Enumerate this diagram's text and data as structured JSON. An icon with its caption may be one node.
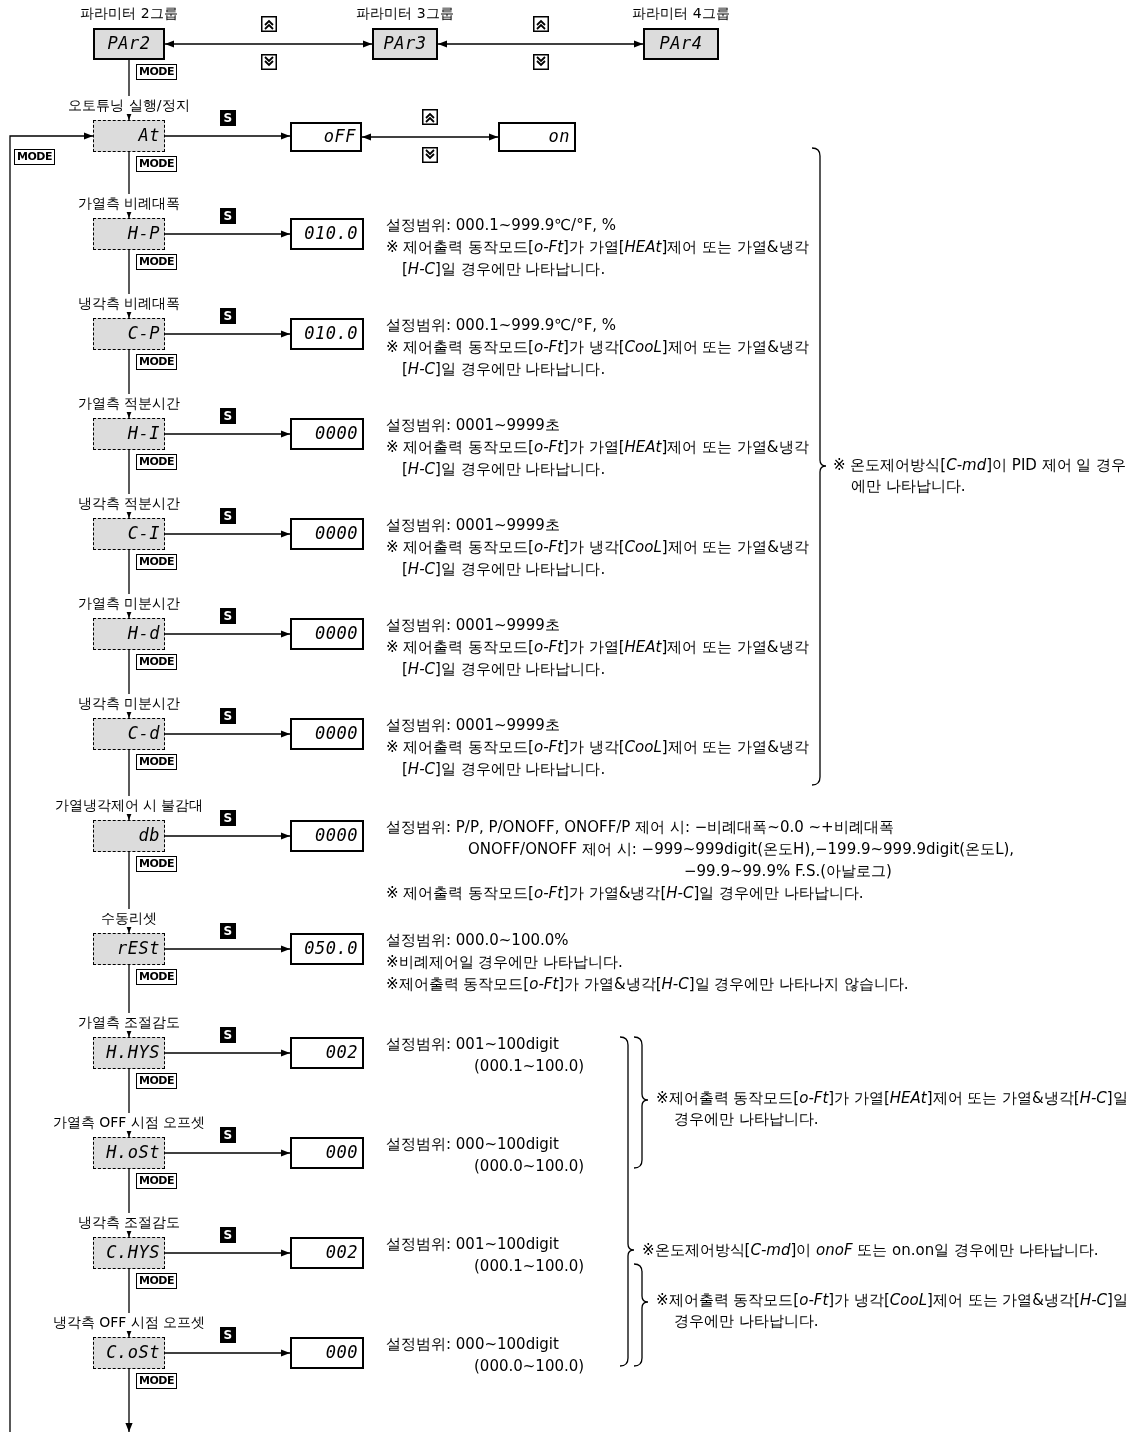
{
  "diagram": {
    "nodes": [
      {
        "text": [
          "PAr2"
        ],
        "beside": [
          "파라미터 2그룹"
        ]
      },
      {
        "text": [
          "PAr3"
        ],
        "beside": [
          "파라미터 3그룹"
        ]
      },
      {
        "text": [
          "PAr4"
        ],
        "beside": [
          "파라미터 4그룹"
        ]
      },
      {
        "text": [
          "At"
        ],
        "beside": [
          "오토튜닝 실행/정지"
        ]
      },
      {
        "text": [
          "oFF"
        ]
      },
      {
        "text": [
          "on"
        ]
      },
      {
        "text": [
          "H-P"
        ],
        "beside": [
          "가열측 비례대폭"
        ]
      },
      {
        "text": [
          "010.0"
        ],
        "beside": [
          "설정범위: 000.1~999.9℃/°F, %",
          "※ 제어출력 동작모드[*o-Ft*]가 가열[*HEAt*]제어 또는 가열&냉각[*H-C*]일 경우에만 나타납니다."
        ]
      },
      {
        "text": [
          "C-P"
        ],
        "beside": [
          "냉각측 비례대폭"
        ]
      },
      {
        "text": [
          "010.0"
        ],
        "beside": [
          "설정범위: 000.1~999.9℃/°F, %",
          "※ 제어출력 동작모드[*o-Ft*]가 냉각[*CooL*]제어 또는 가열&냉각[*H-C*]일 경우에만 나타납니다."
        ]
      },
      {
        "text": [
          "H-I"
        ],
        "beside": [
          "가열측 적분시간"
        ]
      },
      {
        "text": [
          "0000"
        ],
        "beside": [
          "설정범위: 0001~9999초",
          "※ 제어출력 동작모드[*o-Ft*]가 가열[*HEAt*]제어 또는 가열&냉각[*H-C*]일 경우에만 나타납니다."
        ]
      },
      {
        "text": [
          "C-I"
        ],
        "beside": [
          "냉각측 적분시간"
        ]
      },
      {
        "text": [
          "0000"
        ],
        "beside": [
          "설정범위: 0001~9999초",
          "※ 제어출력 동작모드[*o-Ft*]가 냉각[*CooL*]제어 또는 가열&냉각[*H-C*]일 경우에만 나타납니다."
        ]
      },
      {
        "text": [
          "H-d"
        ],
        "beside": [
          "가열측 미분시간"
        ]
      },
      {
        "text": [
          "0000"
        ],
        "beside": [
          "설정범위: 0001~9999초",
          "※ 제어출력 동작모드[*o-Ft*]가 가열[*HEAt*]제어 또는 가열&냉각[*H-C*]일 경우에만 나타납니다."
        ]
      },
      {
        "text": [
          "C-d"
        ],
        "beside": [
          "냉각측 미분시간"
        ]
      },
      {
        "text": [
          "0000"
        ],
        "beside": [
          "설정범위: 0001~9999초",
          "※ 제어출력 동작모드[*o-Ft*]가 냉각[*CooL*]제어 또는 가열&냉각[*H-C*]일 경우에만 나타납니다."
        ]
      },
      {
        "text": [
          "db"
        ],
        "beside": [
          "가열냉각제어 시 불감대"
        ]
      },
      {
        "text": [
          "0000"
        ],
        "beside": [
          "설정범위: P/P, P/ONOFF, ONOFF/P 제어 시: −비례대폭~0.0 ~+비례대폭",
          "ONOFF/ONOFF 제어 시: −999~999digit(온도H),−199.9~999.9digit(온도L),",
          "−99.9~99.9% F.S.(아날로그)",
          "※ 제어출력 동작모드[*o-Ft*]가 가열&냉각[*H-C*]일 경우에만 나타납니다."
        ]
      },
      {
        "text": [
          "rESt"
        ],
        "beside": [
          "수동리셋"
        ]
      },
      {
        "text": [
          "050.0"
        ],
        "beside": [
          "설정범위: 000.0~100.0%",
          "※비례제어일 경우에만 나타납니다.",
          "※제어출력 동작모드[*o-Ft*]가 가열&냉각[*H-C*]일 경우에만 나타나지 않습니다."
        ]
      },
      {
        "text": [
          "H.HYS"
        ],
        "beside": [
          "가열측 조절감도"
        ]
      },
      {
        "text": [
          "002"
        ],
        "beside": [
          "설정범위: 001~100digit",
          "(000.1~100.0)"
        ]
      },
      {
        "text": [
          "H.oSt"
        ],
        "beside": [
          "가열측 OFF 시점 오프셋"
        ]
      },
      {
        "text": [
          "000"
        ],
        "beside": [
          "설정범위: 000~100digit",
          "(000.0~100.0)"
        ]
      },
      {
        "text": [
          "C.HYS"
        ],
        "beside": [
          "냉각측 조절감도"
        ]
      },
      {
        "text": [
          "002"
        ],
        "beside": [
          "설정범위: 001~100digit",
          "(000.1~100.0)"
        ]
      },
      {
        "text": [
          "C.oSt"
        ],
        "beside": [
          "냉각측 OFF 시점 오프셋"
        ]
      },
      {
        "text": [
          "000"
        ],
        "beside": [
          "설정범위: 000~100digit",
          "(000.0~100.0)"
        ]
      }
    ],
    "edges": [
      {
        "from": 0,
        "to": 1,
        "arrow": "both"
      },
      {
        "from": 1,
        "to": 2,
        "arrow": "both"
      },
      {
        "from": 0,
        "to": 3,
        "arrow": "to",
        "label": "MODE"
      },
      {
        "from": 3,
        "to": 4,
        "arrow": "to",
        "label": "S"
      },
      {
        "from": 4,
        "to": 5,
        "arrow": "both"
      },
      {
        "from": 3,
        "to": 6,
        "arrow": "to",
        "label": "MODE"
      },
      {
        "from": 6,
        "to": 7,
        "arrow": "to",
        "label": "S"
      },
      {
        "from": 6,
        "to": 8,
        "arrow": "to",
        "label": "MODE"
      },
      {
        "from": 8,
        "to": 9,
        "arrow": "to",
        "label": "S"
      },
      {
        "from": 8,
        "to": 10,
        "arrow": "to",
        "label": "MODE"
      },
      {
        "from": 10,
        "to": 11,
        "arrow": "to",
        "label": "S"
      },
      {
        "from": 10,
        "to": 12,
        "arrow": "to",
        "label": "MODE"
      },
      {
        "from": 12,
        "to": 13,
        "arrow": "to",
        "label": "S"
      },
      {
        "from": 12,
        "to": 14,
        "arrow": "to",
        "label": "MODE"
      },
      {
        "from": 14,
        "to": 15,
        "arrow": "to",
        "label": "S"
      },
      {
        "from": 14,
        "to": 16,
        "arrow": "to",
        "label": "MODE"
      },
      {
        "from": 16,
        "to": 17,
        "arrow": "to",
        "label": "S"
      },
      {
        "from": 16,
        "to": 18,
        "arrow": "to",
        "label": "MODE"
      },
      {
        "from": 18,
        "to": 19,
        "arrow": "to",
        "label": "S"
      },
      {
        "from": 18,
        "to": 20,
        "arrow": "to",
        "label": "MODE"
      },
      {
        "from": 20,
        "to": 21,
        "arrow": "to",
        "label": "S"
      },
      {
        "from": 20,
        "to": 22,
        "arrow": "to",
        "label": "MODE"
      },
      {
        "from": 22,
        "to": 23,
        "arrow": "to",
        "label": "S"
      },
      {
        "from": 22,
        "to": 24,
        "arrow": "to",
        "label": "MODE"
      },
      {
        "from": 24,
        "to": 25,
        "arrow": "to",
        "label": "S"
      },
      {
        "from": 24,
        "to": 26,
        "arrow": "to",
        "label": "MODE"
      },
      {
        "from": 26,
        "to": 27,
        "arrow": "to",
        "label": "S"
      },
      {
        "from": 26,
        "to": 28,
        "arrow": "to",
        "label": "MODE"
      },
      {
        "from": 28,
        "to": 29,
        "arrow": "to",
        "label": "S"
      },
      {
        "from": 28,
        "to": null,
        "arrow": "to",
        "label": "MODE"
      },
      {
        "from": null,
        "to": 3,
        "arrow": "to",
        "label": "MODE"
      }
    ],
    "labels": [
      "※ 온도제어방식[*C-md*]이 PID 제어 일 경우에만 나타납니다.",
      "※제어출력 동작모드[*o-Ft*]가 가열[*HEAt*]제어 또는 가열&냉각[*H-C*]일 경우에만 나타납니다.",
      "※온도제어방식[*C-md*]이 *onoF* 또는 on.on일 경우에만 나타납니다.",
      "※제어출력 동작모드[*o-Ft*]가 냉각[*CooL*]제어 또는 가열&냉각[*H-C*]일 경우에만 나타납니다."
    ]
  }
}
